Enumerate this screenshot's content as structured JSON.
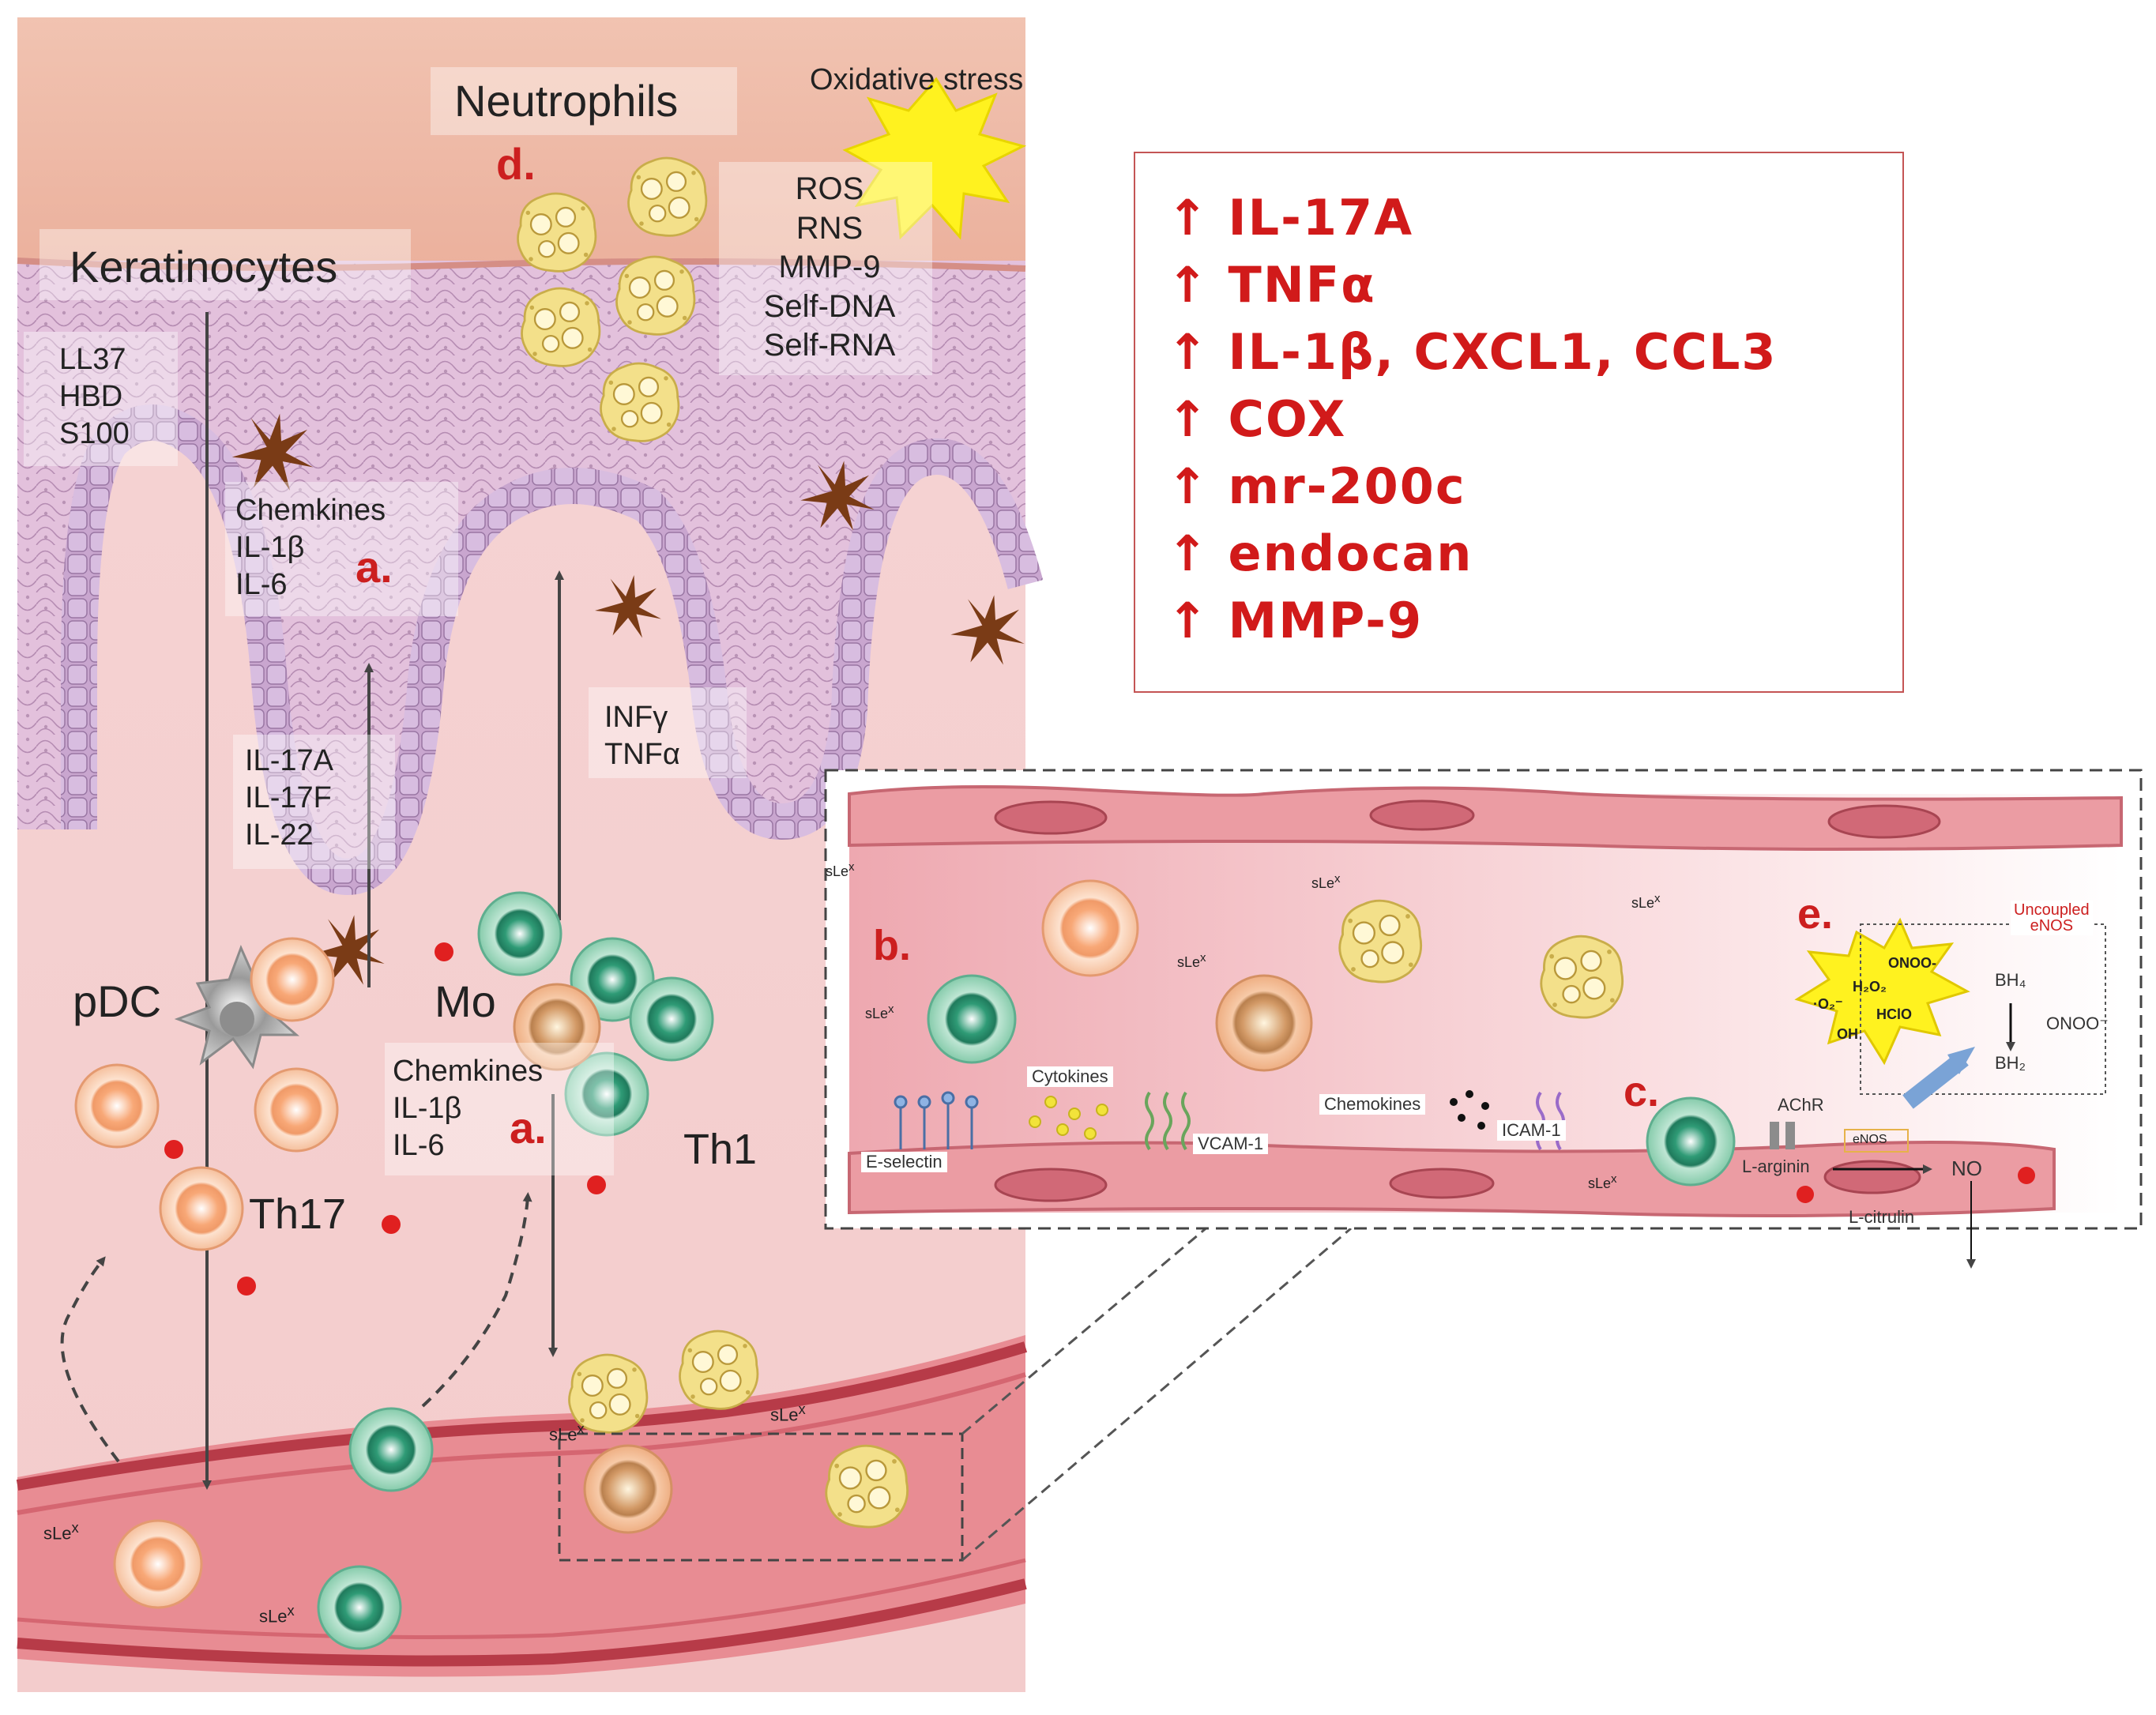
{
  "labels": {
    "neutrophils": "Neutrophils",
    "oxidative_stress": "Oxidative stress",
    "d": "d.",
    "keratinocytes": "Keratinocytes",
    "amp": [
      "LL37",
      "HBD",
      "S100"
    ],
    "ros_list": [
      "ROS",
      "RNS",
      "MMP-9",
      "Self-DNA",
      "Self-RNA"
    ],
    "chemkines_top": [
      "Chemkines",
      "IL-1β",
      "IL-6"
    ],
    "a": "a.",
    "il17": [
      "IL-17A",
      "IL-17F",
      "IL-22"
    ],
    "inf": [
      "INFγ",
      "TNFα"
    ],
    "pdc": "pDC",
    "mo": "Mo",
    "chemkines_mid": [
      "Chemkines",
      "IL-1β",
      "IL-6"
    ],
    "th17": "Th17",
    "th1": "Th1",
    "slex": "sLe",
    "slex_sup": "x"
  },
  "upregulated": [
    "↑ IL-17A",
    "↑ TNFα",
    "↑ IL-1β, CXCL1, CCL3",
    "↑ COX",
    "↑ mr-200c",
    "↑ endocan",
    "↑ MMP-9"
  ],
  "inset": {
    "b": "b.",
    "c": "c.",
    "e": "e.",
    "cytokines": "Cytokines",
    "chemokines": "Chemokines",
    "e_selectin": "E-selectin",
    "vcam": "VCAM-1",
    "icam": "ICAM-1",
    "achr": "AChR",
    "l_arginin": "L-arginin",
    "l_citrulin": "L-citrulin",
    "enos": "eNOS",
    "no": "NO",
    "uncoupled": [
      "Uncoupled",
      "eNOS"
    ],
    "bh4": "BH₄",
    "bh2": "BH₂",
    "onoo": "ONOO⁻",
    "burst_species": [
      "ONOO-",
      "H₂O₂",
      "·O₂⁻",
      "HClO",
      "OH"
    ]
  },
  "colors": {
    "label_red": "#cc1f1f",
    "tissue_pink": "#f4cdcd",
    "epidermis_purple": "#c9a6cf",
    "vessel_red": "#c84a55",
    "neutrophil_yellow": "#f3e08a",
    "monocyte_green": "#7fc7a8",
    "lymphocyte_orange": "#f5b58d"
  }
}
